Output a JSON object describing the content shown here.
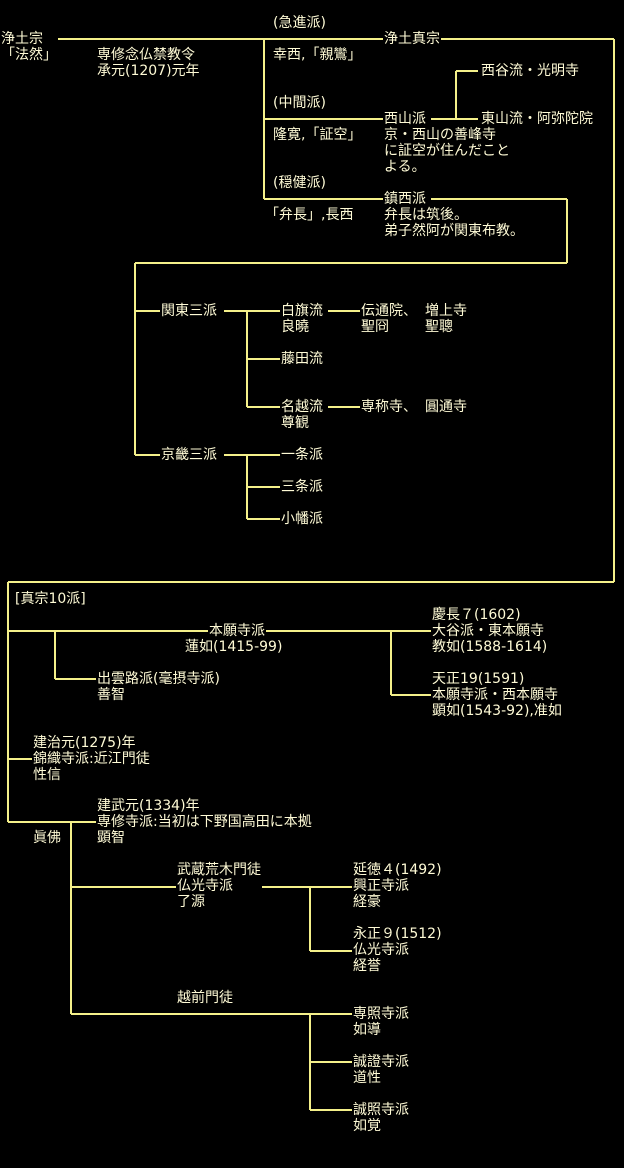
{
  "top": {
    "jodoshu": "浄土宗\n「法然」",
    "ban": "専修念仏禁教令\n承元(1207)元年",
    "kyushin": "(急進派)",
    "jodo_shinshu": "浄土真宗",
    "kosai": "幸西,「親鸞」",
    "nishitani": "西谷流・光明寺",
    "chukan": "(中間派)",
    "seizan": "西山派",
    "higashiyama": "東山流・阿弥陀院",
    "ryukan": "隆寛,「証空」",
    "seizan_note": "京・西山の善峰寺\nに証空が住んだこと\nよる。",
    "onken": "(穏健派)",
    "chinzei": "鎮西派",
    "bencho": "「弁長」,長西",
    "chinzei_note": "弁長は筑後。\n弟子然阿が関東布教。"
  },
  "kanto": {
    "label": "関東三派",
    "shirahata": "白旗流\n良曉",
    "dentsuin": "伝通院、\n聖冏",
    "zojoji": "増上寺\n聖聰",
    "fujita": "藤田流",
    "nagoe": "名越流\n尊観",
    "senshoji": "専称寺、",
    "entsuji": "圓通寺"
  },
  "kinai": {
    "label": "京畿三派",
    "ichijo": "一条派",
    "sanjo": "三条派",
    "kobata": "小幡派"
  },
  "shinshu": {
    "title": "[真宗10派]",
    "honganji": "本願寺派",
    "rennyo": "蓮如(1415-99)",
    "otani": "慶長７(1602)\n大谷派・東本願寺\n教如(1588-1614)",
    "izumoji": "出雲路派(毫摂寺派)\n善智",
    "nishi_honganji": "天正19(1591)\n本願寺派・西本願寺\n顕如(1543-92),准如",
    "kinshokuji": "建治元(1275)年\n錦織寺派:近江門徒\n性信",
    "senjuji": "建武元(1334)年\n専修寺派:当初は下野国高田に本拠\n顕智",
    "shinbutsu": "眞佛",
    "bukkoji": "武蔵荒木門徒\n仏光寺派\n了源",
    "koshoji": "延徳４(1492)\n興正寺派\n経豪",
    "bukkoji2": "永正９(1512)\n仏光寺派\n経誉",
    "echizen": "越前門徒",
    "senshoji": "専照寺派\n如導",
    "joshoji": "誠證寺派\n道性",
    "joshoji2": "誠照寺派\n如覚"
  },
  "colors": {
    "background": "#000000",
    "line": "#f4f08a",
    "text": "#fffbd6"
  }
}
